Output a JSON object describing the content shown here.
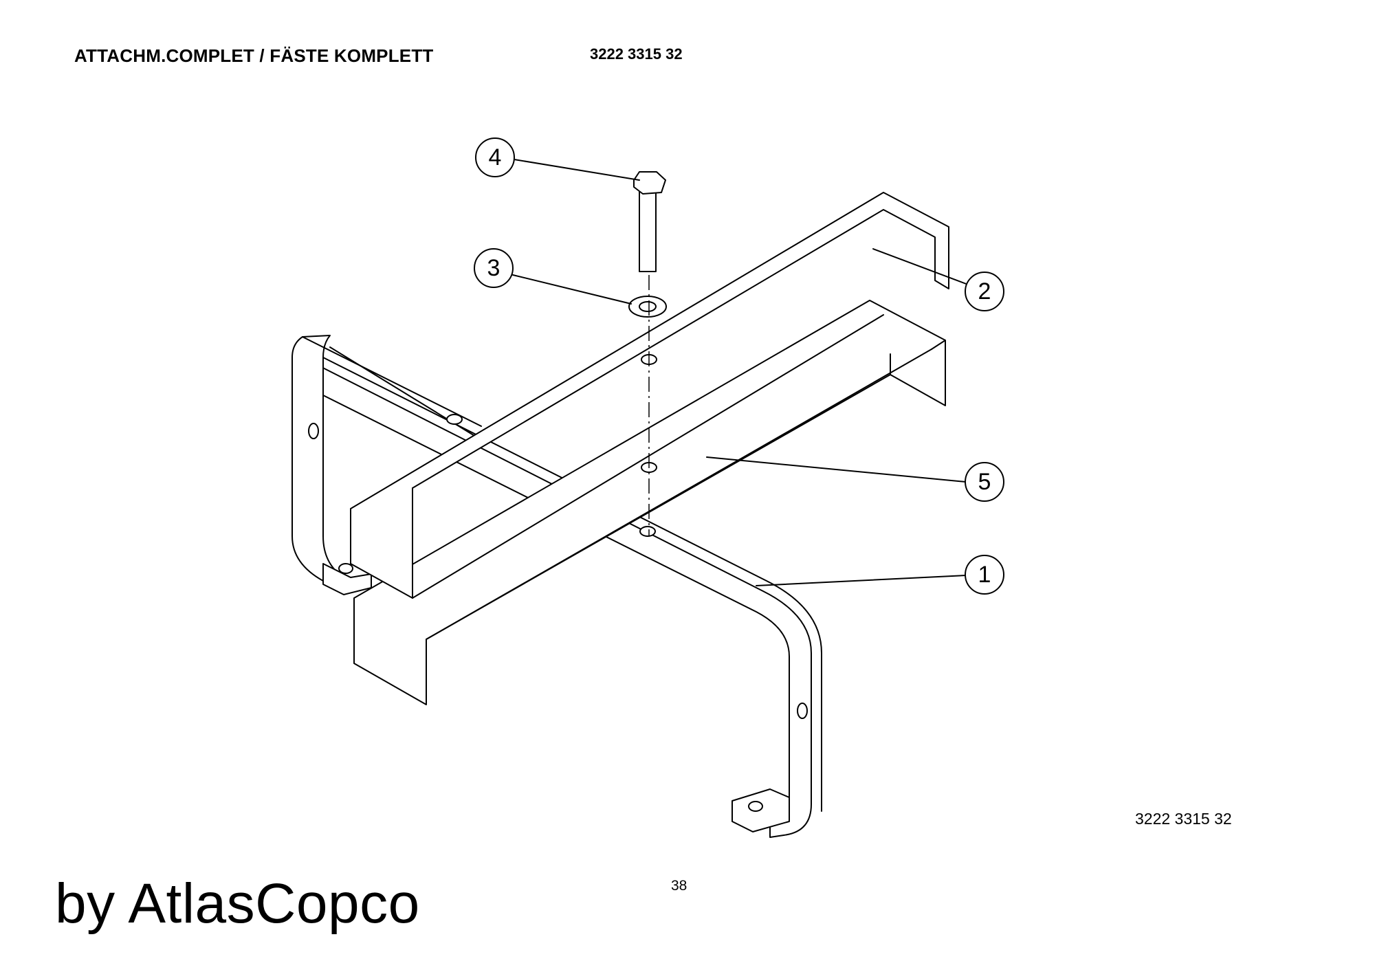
{
  "header": {
    "title": "ATTACHM.COMPLET / FÄSTE KOMPLETT",
    "part_number": "3222 3315 32"
  },
  "drawing": {
    "callouts": [
      {
        "label": "1"
      },
      {
        "label": "2"
      },
      {
        "label": "3"
      },
      {
        "label": "4"
      },
      {
        "label": "5"
      }
    ]
  },
  "footer": {
    "drawing_number": "3222 3315 32",
    "page_number": "38",
    "watermark": "by AtlasCopco"
  }
}
